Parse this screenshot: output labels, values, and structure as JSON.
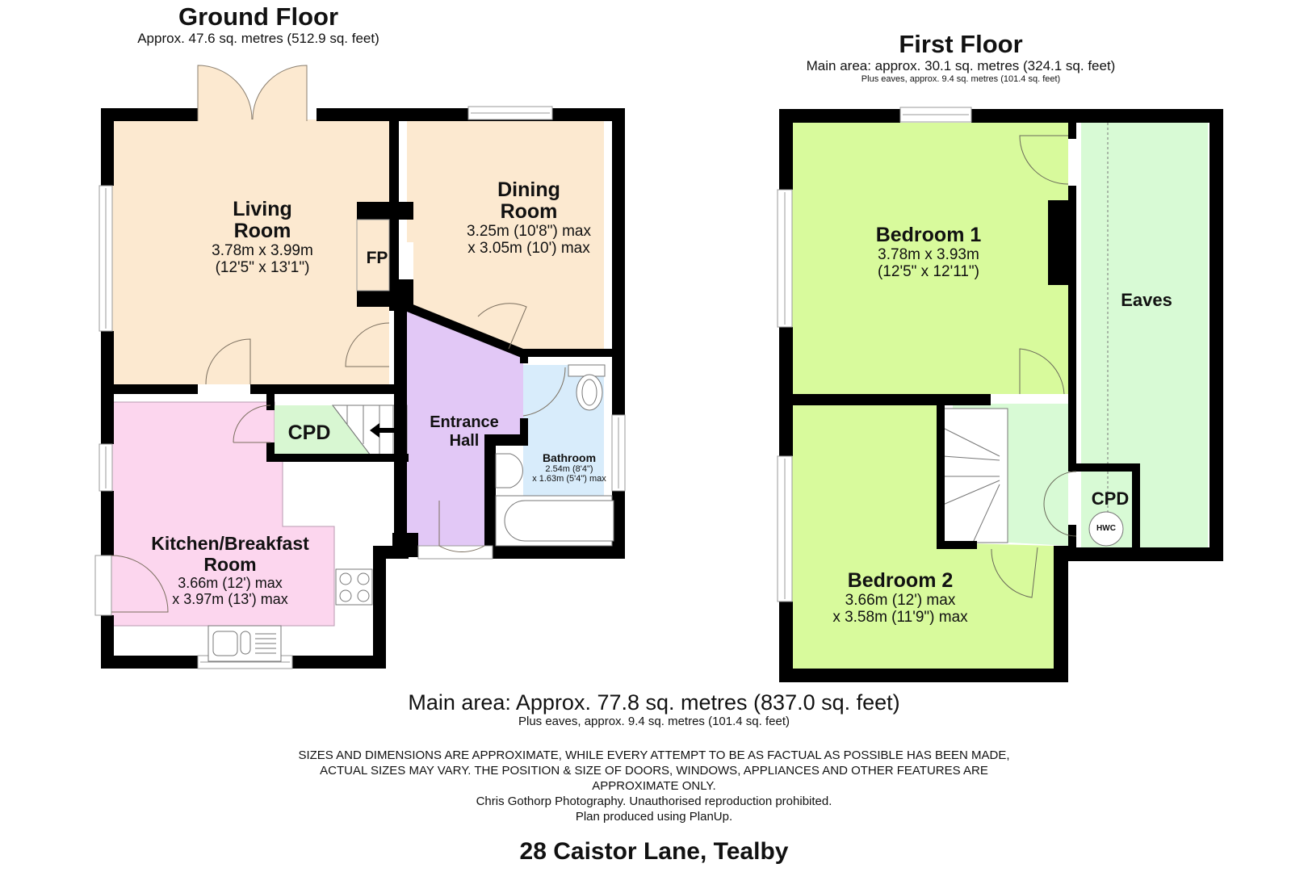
{
  "ground_floor": {
    "title": "Ground Floor",
    "area": "Approx. 47.6 sq. metres (512.9 sq. feet)",
    "rooms": {
      "living": {
        "name_line1": "Living",
        "name_line2": "Room",
        "dim1": "3.78m x 3.99m",
        "dim2": "(12'5\" x 13'1\")"
      },
      "fireplace": {
        "label": "FP"
      },
      "dining": {
        "name_line1": "Dining",
        "name_line2": "Room",
        "dim1": "3.25m (10'8\") max",
        "dim2": "x 3.05m (10') max"
      },
      "entrance": {
        "name_line1": "Entrance",
        "name_line2": "Hall"
      },
      "cupboard": {
        "label": "CPD"
      },
      "bathroom": {
        "name": "Bathroom",
        "dim1": "2.54m (8'4\")",
        "dim2": "x 1.63m (5'4\") max"
      },
      "kitchen": {
        "name_line1": "Kitchen/Breakfast",
        "name_line2": "Room",
        "dim1": "3.66m (12') max",
        "dim2": "x 3.97m (13') max"
      }
    },
    "colors": {
      "living": "#fce9d0",
      "dining": "#fce9d0",
      "entrance": "#e2c8f6",
      "bathroom": "#d8ecfb",
      "cupboard": "#d8f7d2",
      "kitchen": "#fcd6ee"
    }
  },
  "first_floor": {
    "title": "First Floor",
    "area": "Main area: approx. 30.1 sq. metres (324.1 sq. feet)",
    "eaves_note": "Plus eaves, approx. 9.4 sq. metres (101.4 sq. feet)",
    "rooms": {
      "bedroom1": {
        "name": "Bedroom 1",
        "dim1": "3.78m x 3.93m",
        "dim2": "(12'5\" x 12'11\")"
      },
      "bedroom2": {
        "name": "Bedroom 2",
        "dim1": "3.66m (12') max",
        "dim2": "x 3.58m (11'9\") max"
      },
      "eaves": {
        "name": "Eaves"
      },
      "cupboard": {
        "label": "CPD"
      },
      "hwc": {
        "label": "HWC"
      }
    },
    "colors": {
      "bedroom": "#d8fa9c",
      "landing": "#d8fad5",
      "eaves": "#d8fad5"
    }
  },
  "totals": {
    "main": "Main area: Approx. 77.8 sq. metres (837.0 sq. feet)",
    "eaves": "Plus eaves, approx. 9.4 sq. metres (101.4 sq. feet)"
  },
  "disclaimer": {
    "line1": "SIZES AND DIMENSIONS ARE APPROXIMATE, WHILE EVERY ATTEMPT TO BE AS FACTUAL AS POSSIBLE HAS BEEN MADE,",
    "line2": "ACTUAL SIZES MAY VARY. THE POSITION & SIZE OF DOORS, WINDOWS, APPLIANCES AND OTHER FEATURES ARE",
    "line3": "APPROXIMATE ONLY.",
    "line4": "Chris Gothorp Photography. Unauthorised reproduction prohibited.",
    "line5": "Plan produced using PlanUp."
  },
  "address": "28 Caistor Lane, Tealby",
  "wall_color": "#000000"
}
